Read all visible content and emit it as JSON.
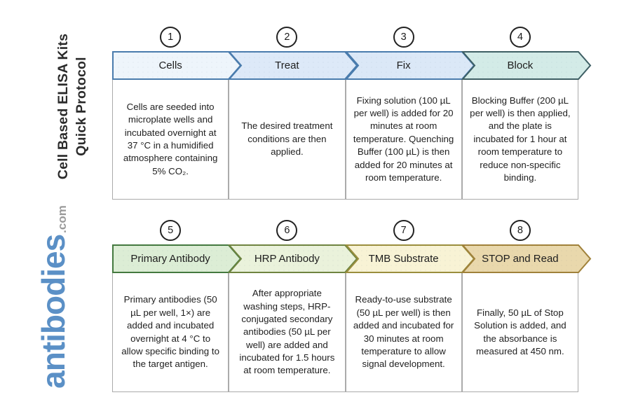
{
  "sidebar": {
    "title_line1": "Cell Based ELISA Kits",
    "title_line2": "Quick Protocol",
    "logo_text": "antibodies",
    "logo_suffix": ".com",
    "logo_color": "#5b90c6",
    "logo_suffix_color": "#9a9a9a"
  },
  "steps": [
    {
      "number": "1",
      "label": "Cells",
      "description": "Cells are seeded into microplate wells and incubated overnight at 37 °C in a humidified atmosphere containing 5% CO₂.",
      "fill": "#eef5fb",
      "border": "#4a7cad"
    },
    {
      "number": "2",
      "label": "Treat",
      "description": "The desired treatment conditions are then applied.",
      "fill": "#dde9f8",
      "border": "#4a7cad"
    },
    {
      "number": "3",
      "label": "Fix",
      "description": "Fixing solution (100 µL per well) is added for 20 minutes at room temperature. Quenching Buffer (100 µL) is then added for 20 minutes at room temperature.",
      "fill": "#dbe8f7",
      "border": "#4a7cad"
    },
    {
      "number": "4",
      "label": "Block",
      "description": "Blocking Buffer (200 µL per well) is then applied, and the plate is incubated for 1 hour at room temperature to reduce non-specific binding.",
      "fill": "#d3ebe7",
      "border": "#3e5f64"
    },
    {
      "number": "5",
      "label": "Primary Antibody",
      "description": "Primary antibodies (50 µL per well, 1×) are added and incubated overnight at 4 °C to allow specific binding to the target antigen.",
      "fill": "#dcedd5",
      "border": "#44793f"
    },
    {
      "number": "6",
      "label": "HRP Antibody",
      "description": "After appropriate washing steps, HRP-conjugated secondary antibodies (50 µL per well) are added and incubated for 1.5 hours at room temperature.",
      "fill": "#eaf2db",
      "border": "#6f8440"
    },
    {
      "number": "7",
      "label": "TMB Substrate",
      "description": "Ready-to-use substrate (50 µL per well) is then added and incubated for 30 minutes at room temperature to allow signal development.",
      "fill": "#f8f3d5",
      "border": "#9b8e3d"
    },
    {
      "number": "8",
      "label": "STOP and Read",
      "description": "Finally, 50 µL of Stop Solution is added, and the absorbance is measured at 450 nm.",
      "fill": "#e9d8ac",
      "border": "#a0813a"
    }
  ]
}
